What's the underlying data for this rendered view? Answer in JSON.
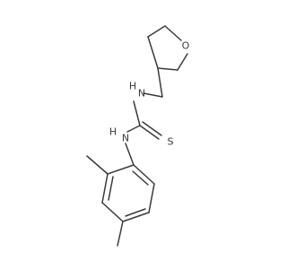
{
  "structure": {
    "atoms": {
      "oxygen": "O",
      "nh_upper": "H",
      "n_upper": "N",
      "nh_lower": "H",
      "n_lower": "N",
      "sulfur": "S"
    },
    "colors": {
      "bond": "#3a3a3a",
      "label": "#3a3a3a",
      "background": "#ffffff"
    }
  }
}
